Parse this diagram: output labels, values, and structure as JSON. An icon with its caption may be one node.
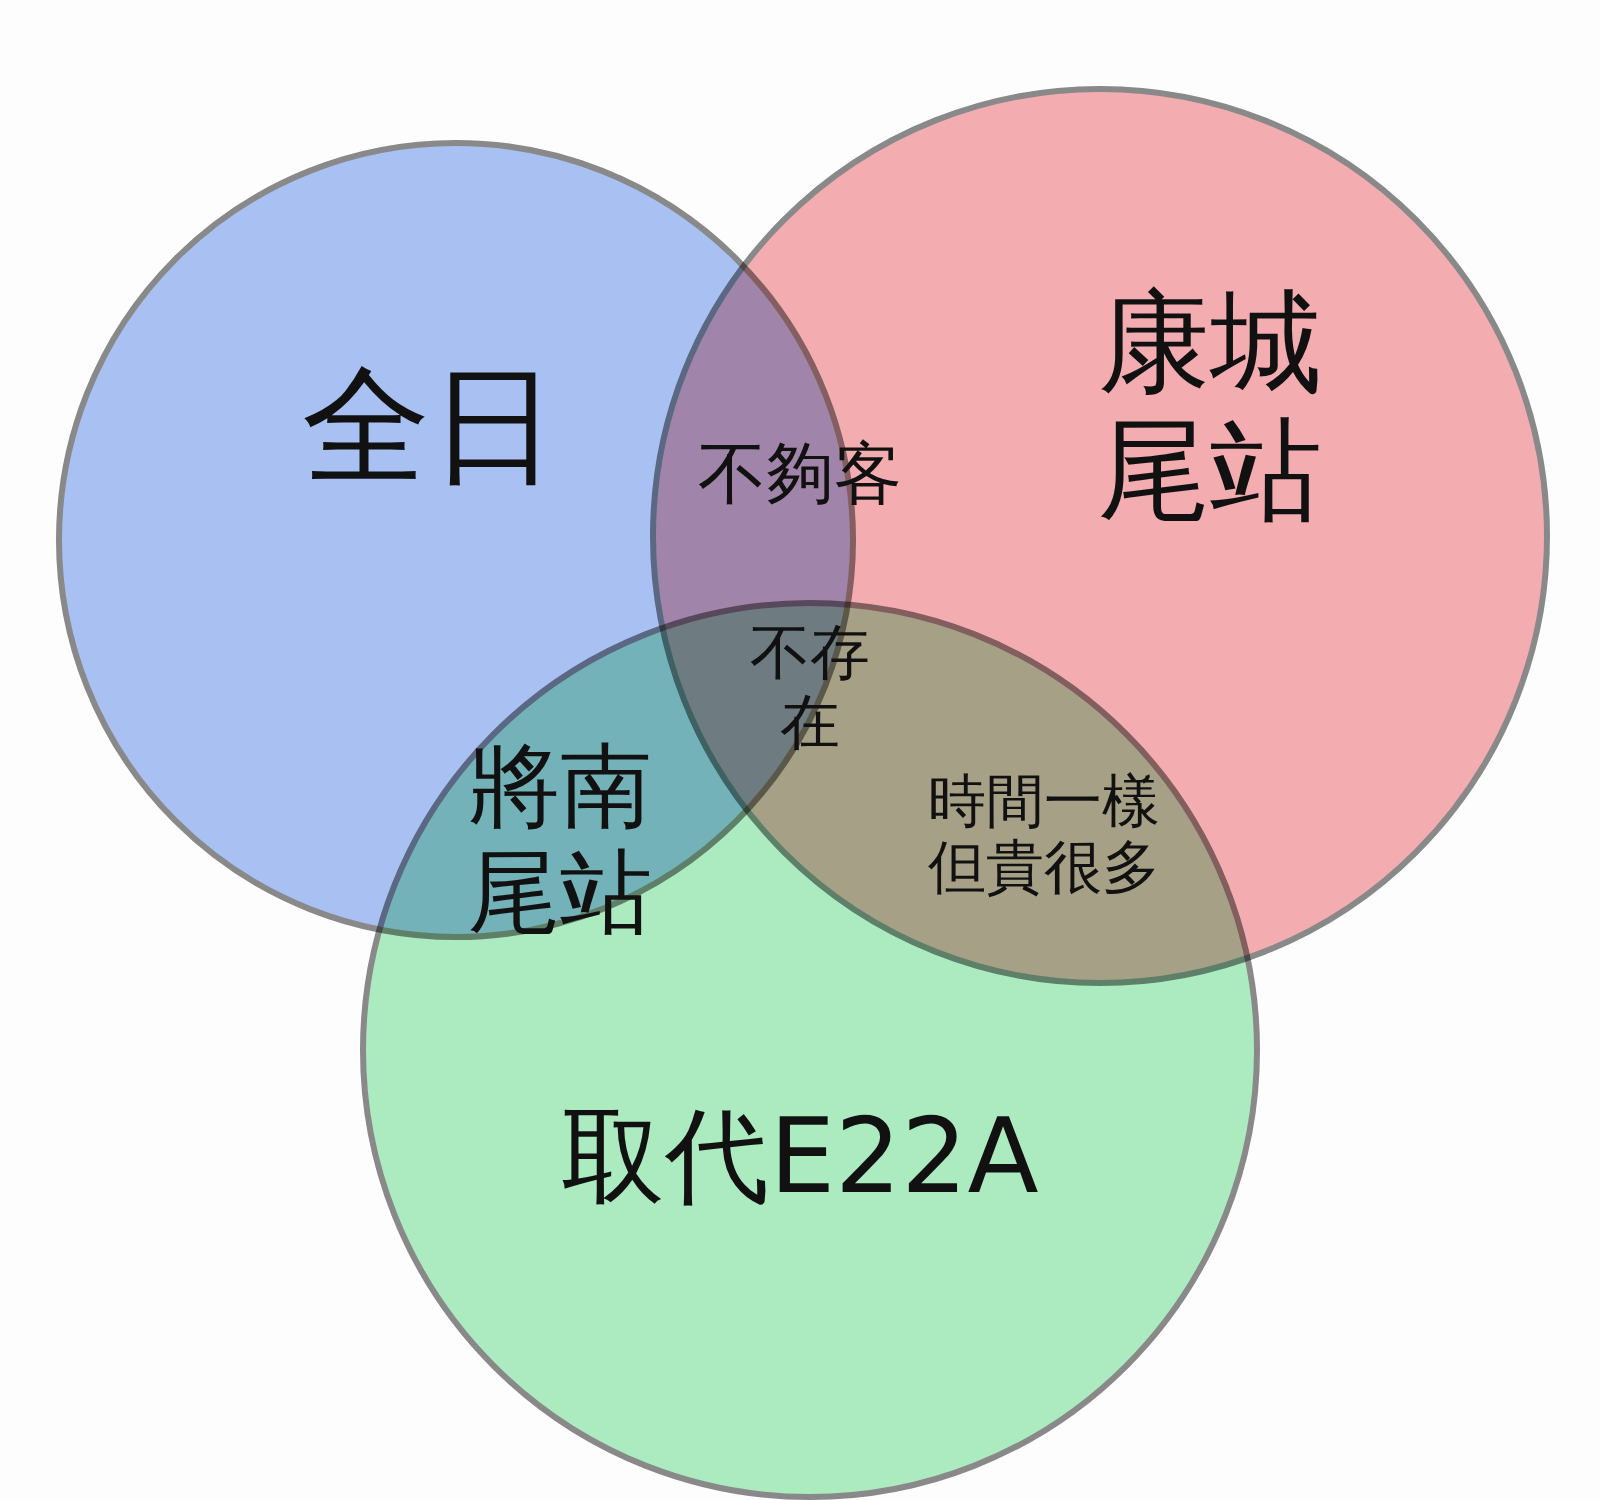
{
  "diagram": {
    "nodes": [
      {
        "text": [
          "全日"
        ]
      },
      {
        "text": [
          "康城尾站"
        ]
      },
      {
        "text": [
          "取代E22A"
        ]
      }
    ],
    "labels": [
      "不夠客",
      "不存在",
      "將南尾站",
      "時間一樣但貴很多"
    ]
  }
}
